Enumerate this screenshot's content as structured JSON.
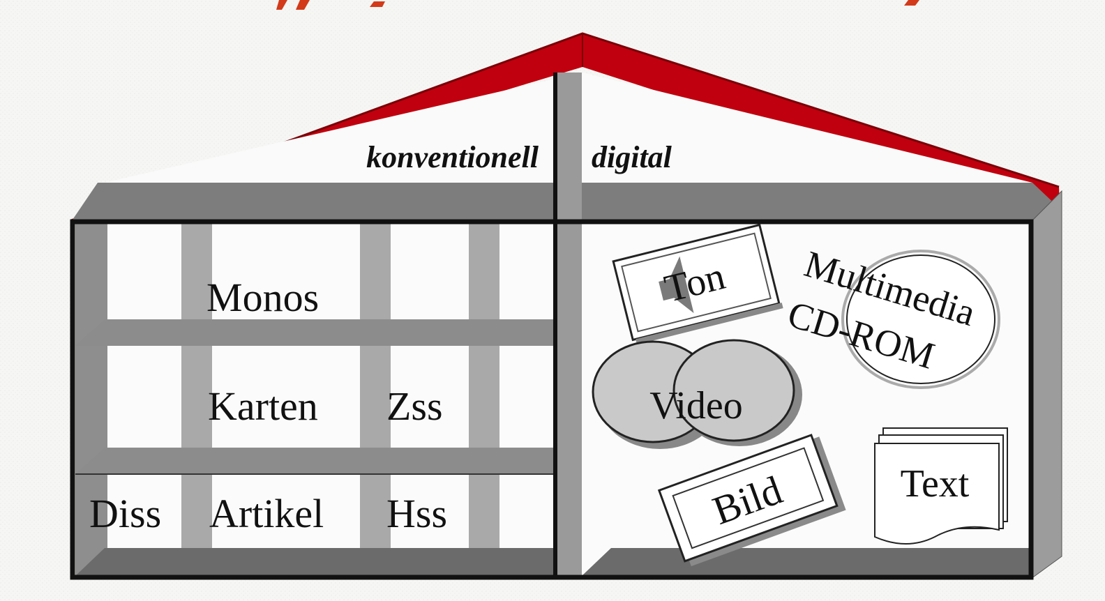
{
  "diagram": {
    "colors": {
      "roof": "#c0000e",
      "frame": "#111111",
      "shelf": "#8c8c8c",
      "shelf_dark": "#6b6b6b",
      "wall_light": "#fdfdfd",
      "background": "#f6f6f4",
      "disc": "#c9c9c9"
    },
    "house": {
      "left_wing_label": "konventionell",
      "right_wing_label": "digital"
    },
    "conventional": {
      "rows": [
        [
          "Monos"
        ],
        [
          "Karten",
          "Zss"
        ],
        [
          "Diss",
          "Artikel",
          "Hss"
        ]
      ]
    },
    "digital": {
      "items": {
        "ton": "Ton",
        "multimedia": "Multimedia",
        "cdrom": "CD-ROM",
        "video": "Video",
        "bild": "Bild",
        "text": "Text"
      },
      "icons": [
        "speaker-icon",
        "cd-disc-icon",
        "video-reel-icon",
        "picture-frame-icon",
        "document-stack-icon"
      ]
    }
  }
}
